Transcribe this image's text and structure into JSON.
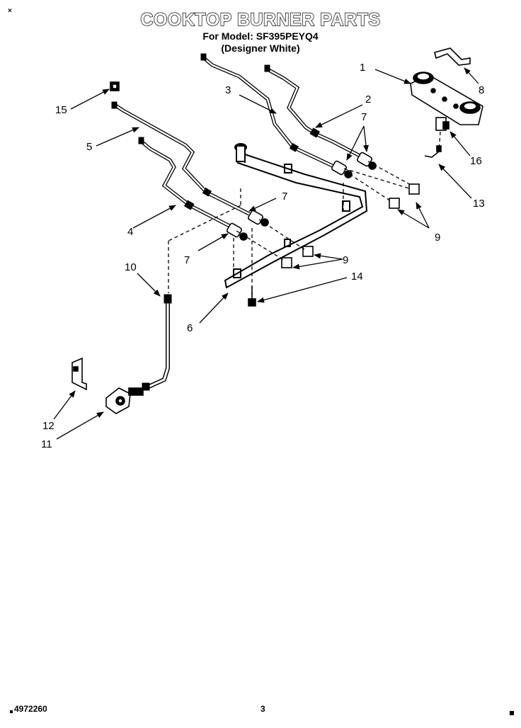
{
  "header": {
    "title": "COOKTOP BURNER PARTS",
    "model_line": "For Model: SF395PEYQ4",
    "color_line": "(Designer White)",
    "corner_mark": "×"
  },
  "callouts": [
    {
      "id": "1",
      "label": "1"
    },
    {
      "id": "2",
      "label": "2"
    },
    {
      "id": "3",
      "label": "3"
    },
    {
      "id": "4",
      "label": "4"
    },
    {
      "id": "5",
      "label": "5"
    },
    {
      "id": "6",
      "label": "6"
    },
    {
      "id": "7a",
      "label": "7"
    },
    {
      "id": "7b",
      "label": "7"
    },
    {
      "id": "7c",
      "label": "7"
    },
    {
      "id": "8",
      "label": "8"
    },
    {
      "id": "9a",
      "label": "9"
    },
    {
      "id": "9b",
      "label": "9"
    },
    {
      "id": "10",
      "label": "10"
    },
    {
      "id": "11",
      "label": "11"
    },
    {
      "id": "12",
      "label": "12"
    },
    {
      "id": "13",
      "label": "13"
    },
    {
      "id": "14",
      "label": "14"
    },
    {
      "id": "15",
      "label": "15"
    },
    {
      "id": "16",
      "label": "16"
    }
  ],
  "footer": {
    "part_number": "4972260",
    "page_number": "3"
  }
}
